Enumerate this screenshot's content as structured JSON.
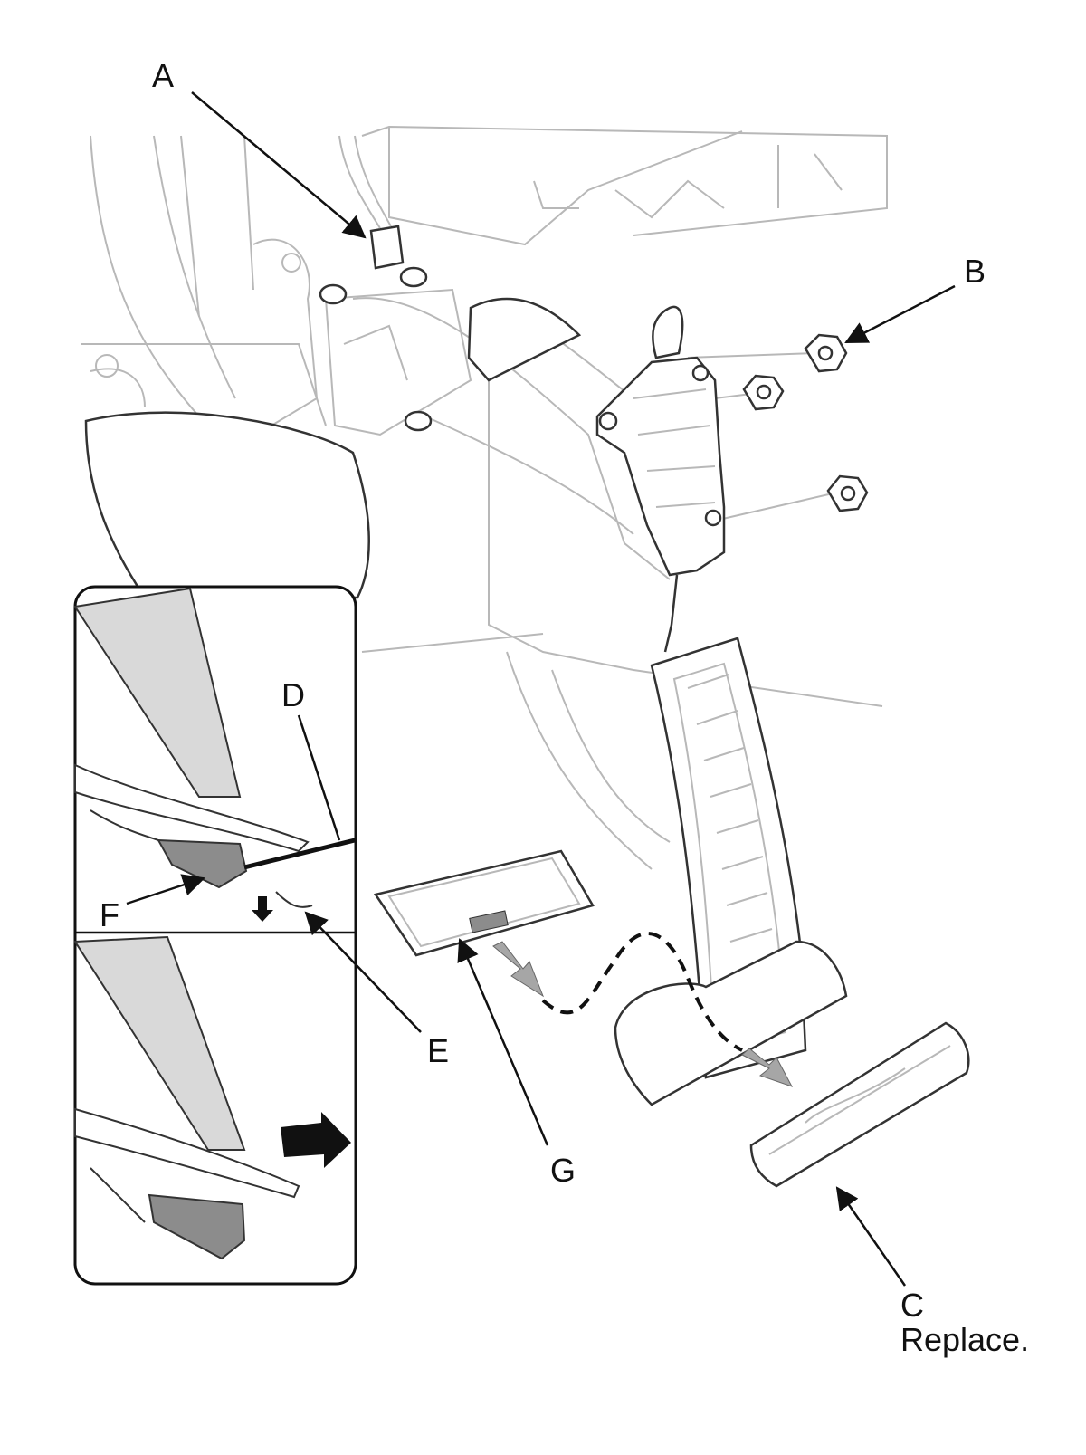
{
  "callouts": {
    "a": "A",
    "b": "B",
    "c": "C",
    "d": "D",
    "e": "E",
    "f": "F",
    "g": "G"
  },
  "notes": {
    "c_note": "Replace."
  },
  "colors": {
    "line": "#111111",
    "background_lines": "#b8b8b8",
    "shaded_part": "#8c8c8c",
    "light_fill": "#d9d9d9",
    "arrow_gray": "#a6a6a6"
  }
}
